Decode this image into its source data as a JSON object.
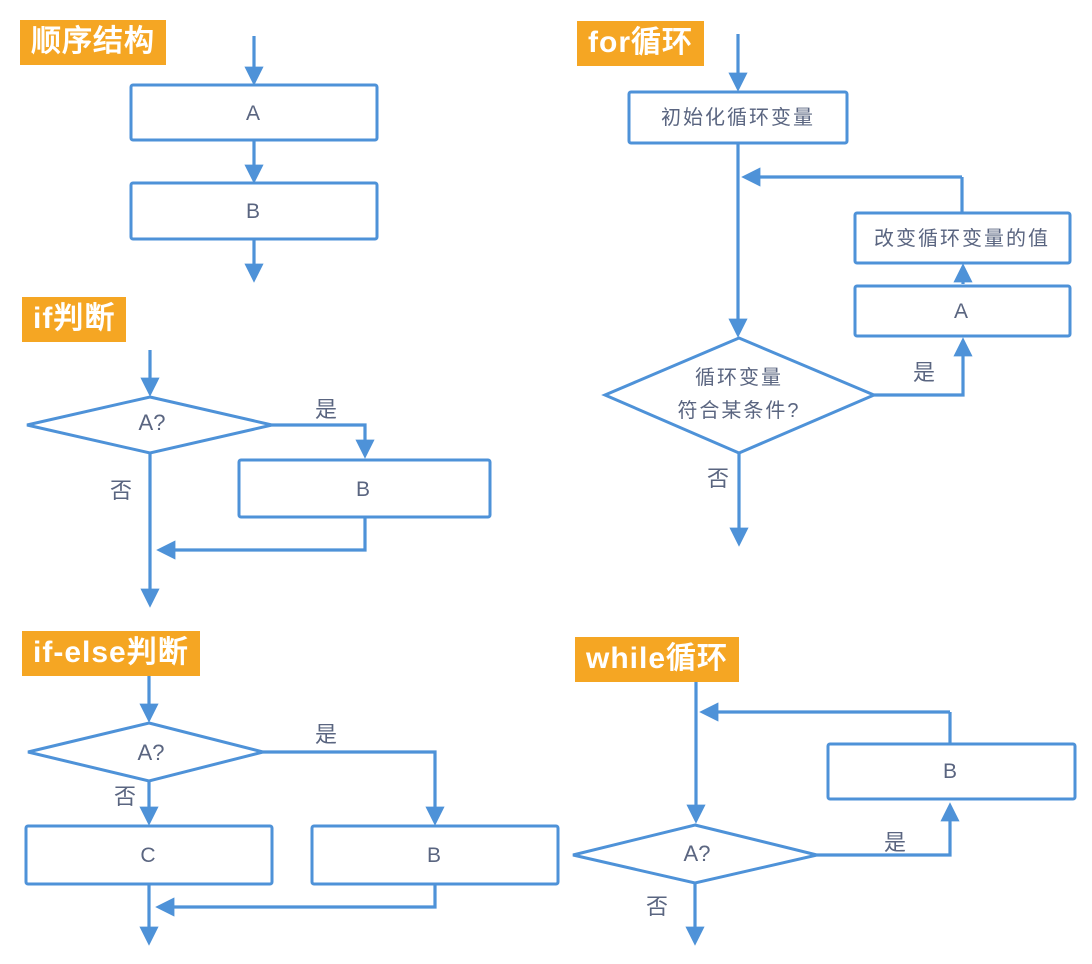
{
  "colors": {
    "label_background": "#F5A623",
    "label_text": "#FFFFFF",
    "flow_line_blue": "#4E92D8",
    "node_text": "#5A6580",
    "node_fill": "#FFFFFF"
  },
  "sections": {
    "sequence": {
      "label": "顺序结构",
      "nodes": {
        "a": "A",
        "b": "B"
      }
    },
    "if": {
      "label": "if判断",
      "nodes": {
        "cond": "A?",
        "b": "B"
      },
      "edges": {
        "yes": "是",
        "no": "否"
      }
    },
    "if_else": {
      "label": "if-else判断",
      "nodes": {
        "cond": "A?",
        "c": "C",
        "b": "B"
      },
      "edges": {
        "yes": "是",
        "no": "否"
      }
    },
    "for_loop": {
      "label": "for循环",
      "nodes": {
        "init": "初始化循环变量",
        "update": "改变循环变量的值",
        "body": "A",
        "cond_line1": "循环变量",
        "cond_line2": "符合某条件?"
      },
      "edges": {
        "yes": "是",
        "no": "否"
      }
    },
    "while_loop": {
      "label": "while循环",
      "nodes": {
        "cond": "A?",
        "b": "B"
      },
      "edges": {
        "yes": "是",
        "no": "否"
      }
    }
  }
}
